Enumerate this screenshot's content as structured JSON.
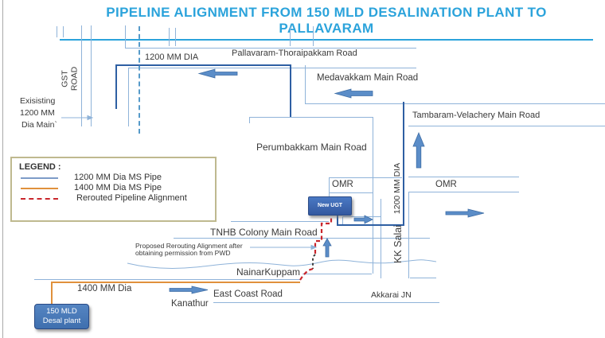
{
  "title": "PIPELINE ALIGNMENT FROM 150 MLD DESALINATION PLANT TO PALLAVARAM",
  "labels": {
    "gst_l1": "GST",
    "gst_l2": "ROAD",
    "existing_l1": "Exisisting",
    "existing_l2": "1200 MM",
    "existing_l3": "Dia Main`",
    "dia_1200_top": "1200 MM DIA",
    "pallavaram_road": "Pallavaram-Thoraipakkam Road",
    "medavakkam_road": "Medavakkam Main Road",
    "tambaram_road": "Tambaram-Velachery Main Road",
    "perumbakkam_road": "Perumbakkam Main Road",
    "omr_left": "OMR",
    "omr_right": "OMR",
    "dia_1200_vertical": "1200 MM DIA",
    "kk_salai": "KK Salai",
    "tnhb_road": "TNHB Colony Main Road",
    "proposed_l1": "Proposed Rerouting  Alignment after",
    "proposed_l2": "obtaining  permission from PWD",
    "nainarkuppam": "NainarKuppam",
    "east_coast_road": "East Coast Road",
    "kanathur": "Kanathur",
    "akkarai_jn": "Akkarai JN",
    "dia_1400": "1400 MM Dia"
  },
  "legend": {
    "title": "LEGEND :",
    "items": [
      {
        "label": "1200 MM Dia MS Pipe",
        "style": "solid",
        "color": "#7d9cc8"
      },
      {
        "label": "1400 MM Dia MS Pipe",
        "style": "solid",
        "color": "#e0913c"
      },
      {
        "label": "Rerouted Pipeline Alignment",
        "style": "dashed",
        "color": "#c9262c"
      }
    ]
  },
  "boxes": {
    "new_ugt": "New UGT",
    "desal_l1": "150 MLD",
    "desal_l2": "Desal plant"
  },
  "colors": {
    "title": "#2ba3db",
    "road_line": "#8fb3d9",
    "pipe_1200": "#2e5fa3",
    "pipe_1400": "#e0913c",
    "rerouted": "#c9262c",
    "flow_arrow": "#5b8dc8",
    "box_fill": "#3f65a9",
    "legend_border": "#bfb98f"
  }
}
